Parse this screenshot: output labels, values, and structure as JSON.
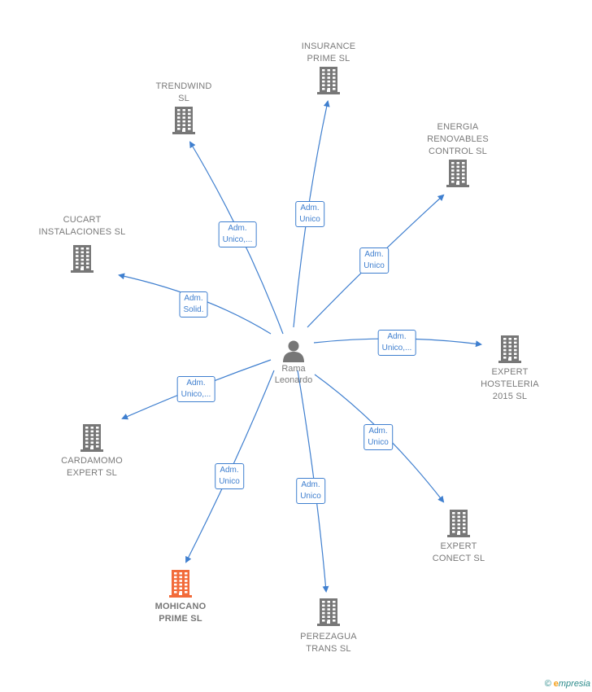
{
  "center": {
    "line1": "Rama",
    "line2": "Leonardo"
  },
  "companies": {
    "insurance": {
      "line1": "INSURANCE",
      "line2": "PRIME  SL"
    },
    "trendwind": {
      "line1": "TRENDWIND",
      "line2": "SL"
    },
    "energia": {
      "line1": "ENERGIA",
      "line2": "RENOVABLES",
      "line3": "CONTROL  SL"
    },
    "cucart": {
      "line1": "CUCART",
      "line2": "INSTALACIONES SL"
    },
    "hosteleria": {
      "line1": "EXPERT",
      "line2": "HOSTELERIA",
      "line3": "2015  SL"
    },
    "cardamomo": {
      "line1": "CARDAMOMO",
      "line2": "EXPERT  SL"
    },
    "conect": {
      "line1": "EXPERT",
      "line2": "CONECT  SL"
    },
    "mohicano": {
      "line1": "MOHICANO",
      "line2": "PRIME  SL"
    },
    "perezagua": {
      "line1": "PEREZAGUA",
      "line2": "TRANS  SL"
    }
  },
  "edges": {
    "insurance": {
      "line1": "Adm.",
      "line2": "Unico"
    },
    "trendwind": {
      "line1": "Adm.",
      "line2": "Unico,..."
    },
    "energia": {
      "line1": "Adm.",
      "line2": "Unico"
    },
    "cucart": {
      "line1": "Adm.",
      "line2": "Solid."
    },
    "hosteleria": {
      "line1": "Adm.",
      "line2": "Unico,..."
    },
    "cardamomo": {
      "line1": "Adm.",
      "line2": "Unico,..."
    },
    "conect": {
      "line1": "Adm.",
      "line2": "Unico"
    },
    "mohicano": {
      "line1": "Adm.",
      "line2": "Unico"
    },
    "perezagua": {
      "line1": "Adm.",
      "line2": "Unico"
    }
  },
  "colors": {
    "edge": "#3f7fcf",
    "building": "#777777",
    "building_highlight": "#f26b3a"
  },
  "branding": {
    "copyright": "©",
    "brand": "mpresia",
    "brand_initial": "e"
  }
}
